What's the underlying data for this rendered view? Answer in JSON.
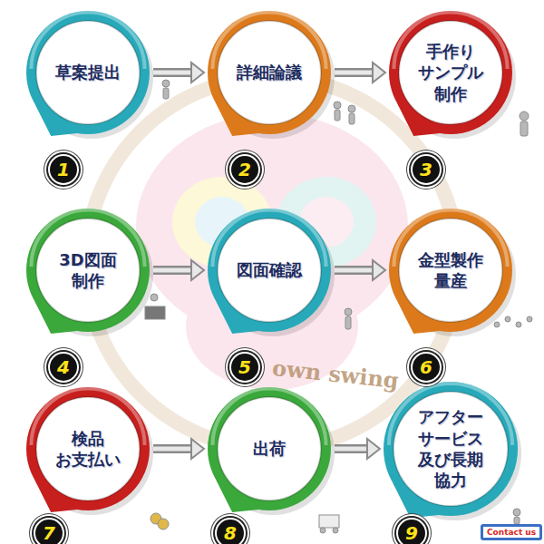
{
  "diagram": {
    "nodes": [
      {
        "text": [
          "草案提出"
        ]
      },
      {
        "text": [
          "詳細論議"
        ]
      },
      {
        "text": [
          "手作り サンプル 制作"
        ]
      },
      {
        "text": [
          "3D図面 制作"
        ]
      },
      {
        "text": [
          "図面確認"
        ]
      },
      {
        "text": [
          "金型製作 量産"
        ]
      },
      {
        "text": [
          "検品 お支払い"
        ]
      },
      {
        "text": [
          "出荷"
        ]
      },
      {
        "text": [
          "アフター サービス 及び長期 協力"
        ]
      }
    ],
    "edges": [
      {
        "from": 0,
        "to": 1,
        "arrow": "to"
      },
      {
        "from": 1,
        "to": 2,
        "arrow": "to"
      },
      {
        "from": 3,
        "to": 4,
        "arrow": "to"
      },
      {
        "from": 4,
        "to": 5,
        "arrow": "to"
      },
      {
        "from": 6,
        "to": 7,
        "arrow": "to"
      },
      {
        "from": 7,
        "to": 8,
        "arrow": "to"
      }
    ],
    "labels": [
      "1",
      "2",
      "3",
      "4",
      "5",
      "6",
      "7",
      "8",
      "9",
      "own swing",
      "Contact us"
    ]
  }
}
